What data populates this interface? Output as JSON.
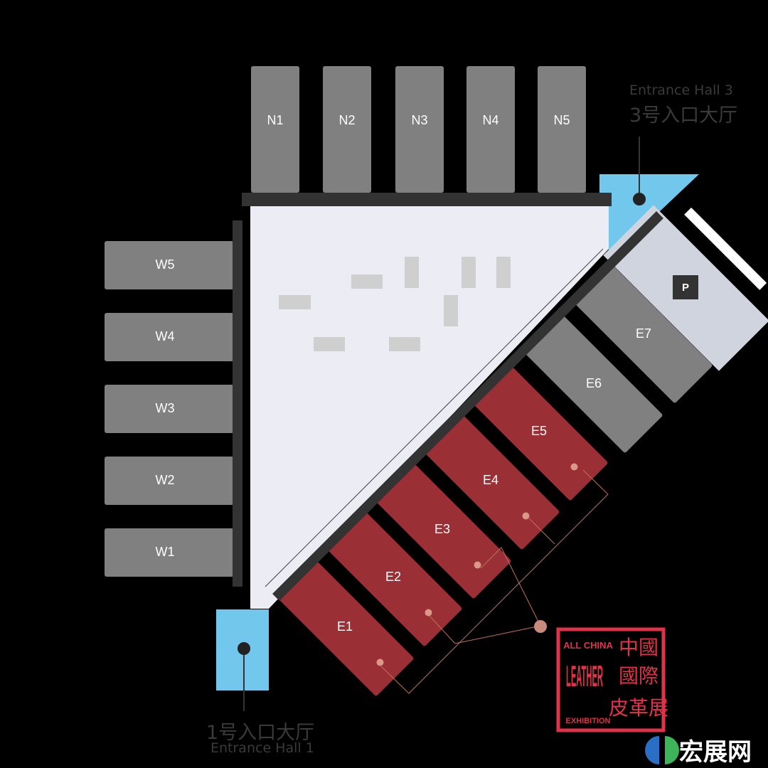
{
  "north_halls": [
    "N1",
    "N2",
    "N3",
    "N4",
    "N5"
  ],
  "west_halls": [
    "W5",
    "W4",
    "W3",
    "W2",
    "W1"
  ],
  "east_halls": [
    "E1",
    "E2",
    "E3",
    "E4",
    "E5",
    "E6",
    "E7"
  ],
  "entrance_1": {
    "zh": "1号入口大厅",
    "en": "Entrance Hall 1"
  },
  "entrance_3": {
    "en": "Entrance Hall 3",
    "zh": "3号入口大厅"
  },
  "parking_label": "P",
  "seal": {
    "line1": "ALL CHINA",
    "line2": "LEATHER",
    "line3": "EXHIBITION",
    "zh": "中國國際皮革展"
  },
  "logo_text": "宏展网",
  "colors": {
    "hall": "#808080",
    "active_hall": "#9b2f36",
    "entrance": "#72c7ec",
    "concourse": "#ecedf4",
    "wall": "#333333",
    "parking": "#d0d4df",
    "seal": "#e0334a"
  }
}
